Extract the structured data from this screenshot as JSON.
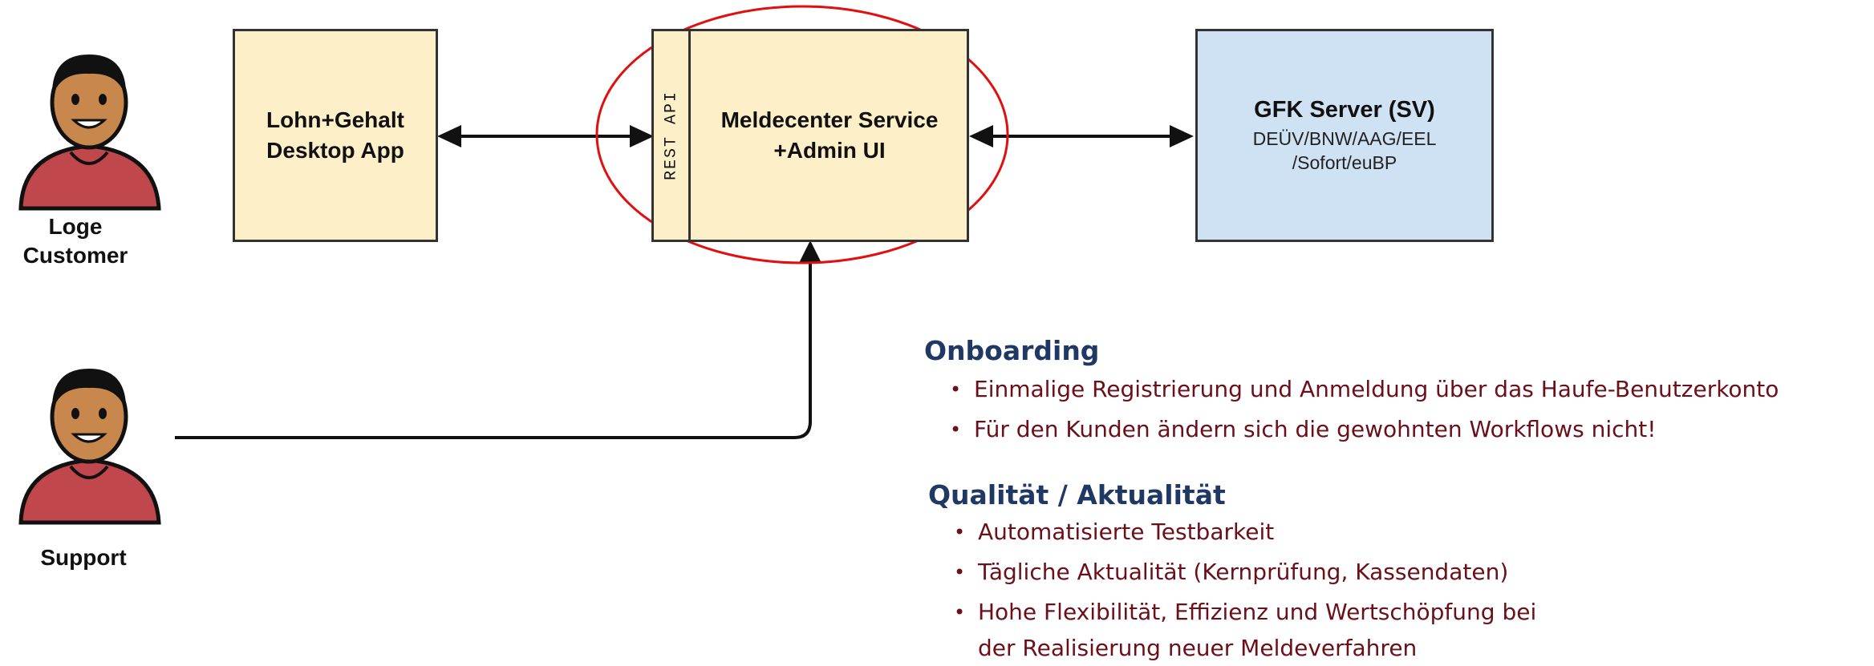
{
  "actors": {
    "customer": {
      "label_line1": "Loge",
      "label_line2": "Customer"
    },
    "support": {
      "label": "Support"
    }
  },
  "boxes": {
    "desktop_app": {
      "line1": "Lohn+Gehalt",
      "line2": "Desktop App"
    },
    "meldecenter": {
      "rest_api": "REST API",
      "line1": "Meldecenter Service",
      "line2": "+Admin UI"
    },
    "gfk": {
      "title": "GFK Server (SV)",
      "line1": "DEÜV/BNW/AAG/EEL",
      "line2": "/Sofort/euBP"
    }
  },
  "sections": {
    "onboarding": {
      "heading": "Onboarding",
      "items": [
        "Einmalige Registrierung und Anmeldung über das Haufe-Benutzerkonto",
        "Für den Kunden ändern sich die gewohnten Workflows nicht!"
      ]
    },
    "quality": {
      "heading": "Qualität / Aktualität",
      "items": [
        "Automatisierte Testbarkeit",
        "Tägliche Aktualität (Kernprüfung, Kassendaten)",
        "Hohe Flexibilität, Effizienz und Wertschöpfung bei",
        "der Realisierung neuer Meldeverfahren"
      ]
    }
  },
  "colors": {
    "box_yellow": "#fdf0c8",
    "box_blue": "#cfe2f3",
    "highlight_ellipse": "#e01010",
    "heading": "#1f3864",
    "bullet_text": "#6b0f1a",
    "person_shirt": "#c0474b",
    "person_skin": "#c8874c"
  }
}
